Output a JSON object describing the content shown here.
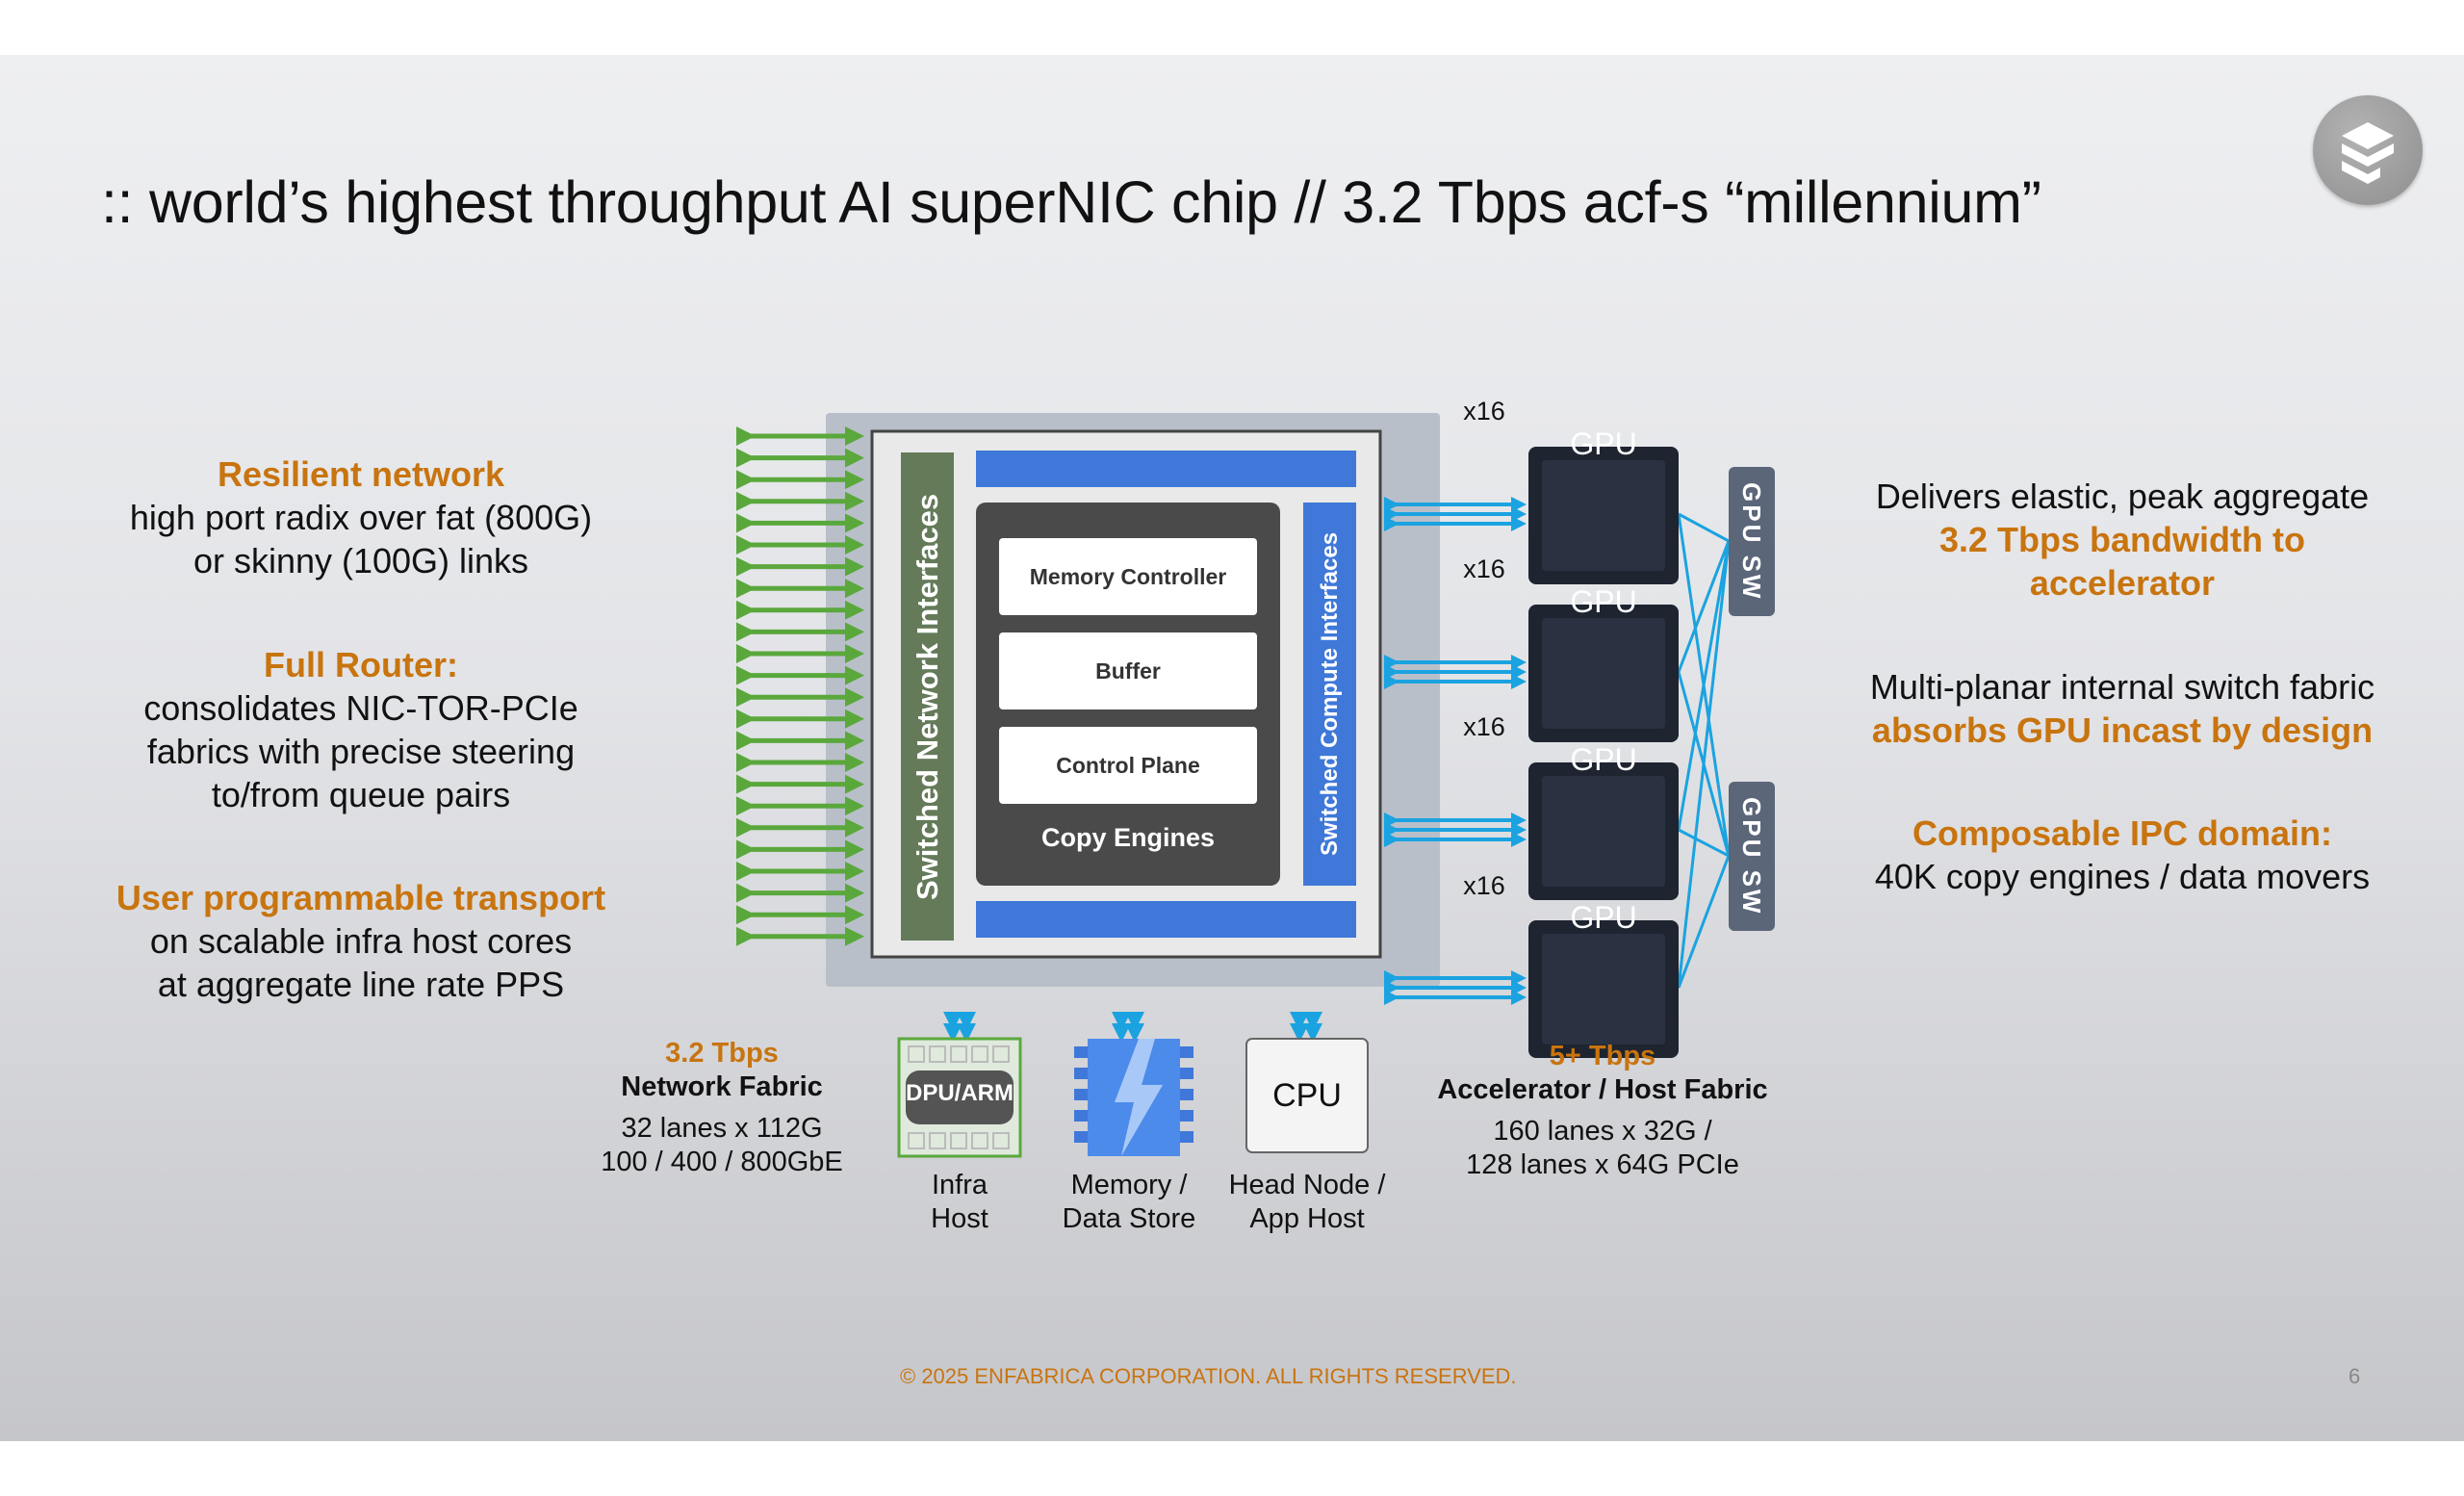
{
  "title": ":: world’s highest throughput AI superNIC chip  //  3.2 Tbps acf-s “millennium”",
  "left_features": [
    {
      "heading": "Resilient network",
      "lines": [
        "high port radix over fat (800G)",
        "or skinny (100G) links"
      ]
    },
    {
      "heading": "Full Router:",
      "lines": [
        "consolidates NIC-TOR-PCIe",
        "fabrics with precise steering",
        "to/from queue pairs"
      ]
    },
    {
      "heading": "User programmable transport",
      "lines": [
        "on scalable infra host cores",
        "at aggregate line rate PPS"
      ]
    }
  ],
  "right_features": [
    {
      "plain": "Delivers elastic, peak aggregate",
      "highlight": [
        "3.2 Tbps bandwidth to",
        "accelerator"
      ]
    },
    {
      "plain": "Multi-planar internal switch fabric",
      "highlight": [
        "absorbs GPU incast by design"
      ]
    },
    {
      "highlight": [
        "Composable IPC domain:"
      ],
      "plain": "40K copy engines / data movers"
    }
  ],
  "chip": {
    "network_interfaces": "Switched Network Interfaces",
    "compute_interfaces": "Switched Compute Interfaces",
    "blocks": [
      "Memory Controller",
      "Buffer",
      "Control Plane"
    ],
    "copy_engines": "Copy Engines"
  },
  "gpus": [
    {
      "label": "GPU",
      "link": "x16"
    },
    {
      "label": "GPU",
      "link": "x16"
    },
    {
      "label": "GPU",
      "link": "x16"
    },
    {
      "label": "GPU",
      "link": "x16"
    }
  ],
  "gpu_switches": [
    "GPU SW",
    "GPU SW"
  ],
  "network_fabric": {
    "rate": "3.2 Tbps",
    "name": "Network Fabric",
    "line1": "32 lanes x 112G",
    "line2": "100 / 400 / 800GbE"
  },
  "host_fabric": {
    "rate": "5+ Tbps",
    "name": "Accelerator / Host Fabric",
    "line1": "160 lanes x 32G /",
    "line2": "128 lanes x 64G PCIe"
  },
  "bottom_nodes": [
    {
      "icon_label": "DPU/ARM",
      "caption": [
        "Infra",
        "Host"
      ]
    },
    {
      "icon_label": "",
      "caption": [
        "Memory /",
        "Data Store"
      ]
    },
    {
      "icon_label": "CPU",
      "caption": [
        "Head Node /",
        "App Host"
      ]
    }
  ],
  "footer": "© 2025 ENFABRICA CORPORATION. ALL RIGHTS RESERVED.",
  "page_number": "6",
  "colors": {
    "accent": "#c8740f",
    "chip_blue": "#3f78d8",
    "link_blue": "#1aa3e0",
    "net_green": "#5aa83c",
    "gpu_dark": "#2a3140"
  }
}
